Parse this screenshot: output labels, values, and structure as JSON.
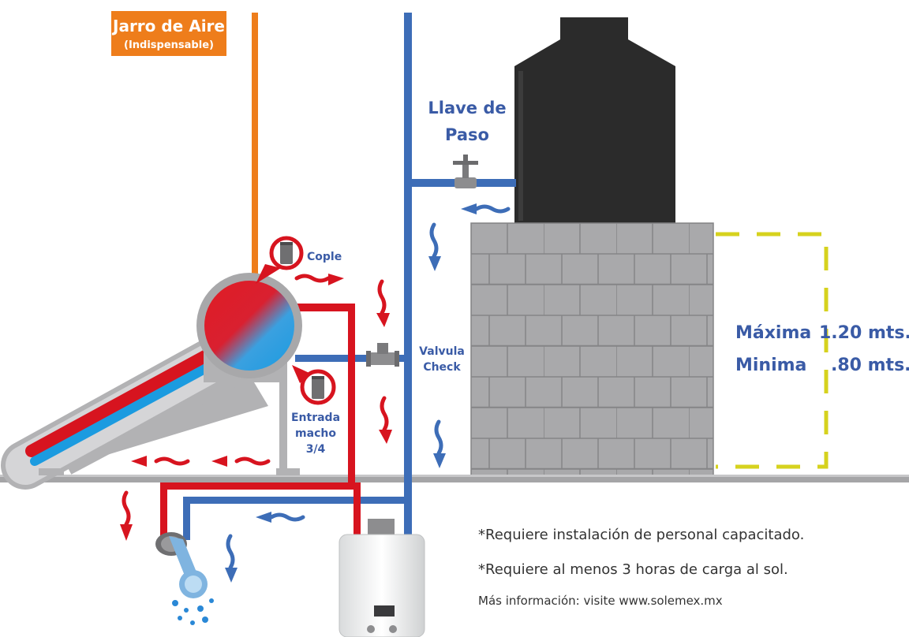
{
  "labels": {
    "air_vent_title": "Jarro de Aire",
    "air_vent_subtitle": "(Indispensable)",
    "shutoff_valve_line1": "Llave de",
    "shutoff_valve_line2": "Paso",
    "coupling": "Cople",
    "check_valve_line1": "Valvula",
    "check_valve_line2": "Check",
    "male_inlet_line1": "Entrada",
    "male_inlet_line2": "macho",
    "male_inlet_line3": "3/4",
    "height_max_label": "Máxima",
    "height_max_value": "1.20 mts.",
    "height_min_label": "Minima",
    "height_min_value": ".80 mts."
  },
  "notes": {
    "note_1": "*Requiere instalación de personal capacitado.",
    "note_2": "*Requiere al menos 3 horas de carga al sol.",
    "note_3": "Más información: visite www.solemex.mx"
  },
  "colors": {
    "hot": "#d7141f",
    "cold": "#3d6db7",
    "vent": "#ee7d1b",
    "label_blue": "#3a5ba6",
    "tank": "#2b2b2b",
    "brick": "#a9a9ab",
    "dim_line": "#d6d21e",
    "ground": "#a5a5a7"
  }
}
